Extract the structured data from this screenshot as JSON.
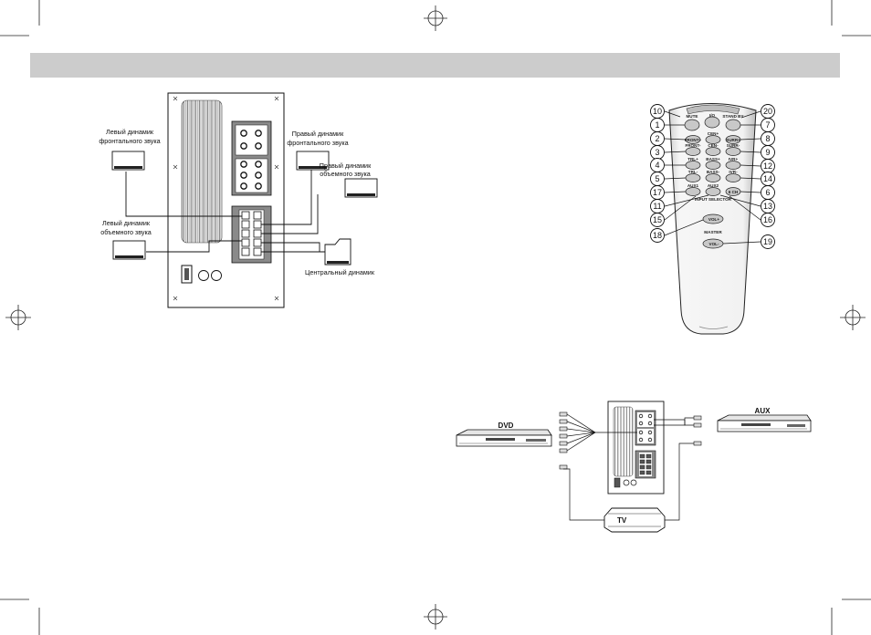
{
  "speaker_diagram": {
    "front_left": [
      "Левый динамик",
      "фронтального звука"
    ],
    "front_right": [
      "Правый динамик",
      "фронтального звука"
    ],
    "rear_right": [
      "Правый динамик",
      "объемного звука"
    ],
    "rear_left": [
      "Левый динамик",
      "объемного звука"
    ],
    "center": "Центральный динамик"
  },
  "remote": {
    "buttons": [
      {
        "key": "mute",
        "label": "MUTE"
      },
      {
        "key": "io",
        "label": "I/O"
      },
      {
        "key": "standby",
        "label": "STAND BY"
      },
      {
        "key": "front_plus",
        "label": "FRONT+"
      },
      {
        "key": "cen_plus",
        "label": "CEN+"
      },
      {
        "key": "surr_plus",
        "label": "SURR+"
      },
      {
        "key": "front_minus",
        "label": "FRONT-"
      },
      {
        "key": "cen_minus",
        "label": "CEN-"
      },
      {
        "key": "surr_minus",
        "label": "SURR-"
      },
      {
        "key": "trl_plus",
        "label": "TRL+"
      },
      {
        "key": "bass_plus",
        "label": "BASS+"
      },
      {
        "key": "ivr_plus",
        "label": "IVR+"
      },
      {
        "key": "trl_minus",
        "label": "TRL-"
      },
      {
        "key": "bass_minus",
        "label": "BASS-"
      },
      {
        "key": "ivr_minus",
        "label": "IVR-"
      },
      {
        "key": "aux1",
        "label": "AUX1"
      },
      {
        "key": "aux2",
        "label": "AUX2"
      },
      {
        "key": "ch6",
        "label": "6 CH"
      },
      {
        "key": "vol_plus",
        "label": "VOL+"
      },
      {
        "key": "vol_minus",
        "label": "VOL-"
      }
    ],
    "input_selector": "INPUT SELECTOR",
    "master": "MASTER",
    "callouts": [
      "10",
      "1",
      "2",
      "3",
      "4",
      "5",
      "17",
      "11",
      "15",
      "18",
      "20",
      "7",
      "8",
      "9",
      "12",
      "14",
      "6",
      "13",
      "16",
      "19"
    ]
  },
  "connection": {
    "dvd": "DVD",
    "aux": "AUX",
    "tv": "TV"
  },
  "colors": {
    "header_bar": "#cccccc",
    "remote_buttons": "#c8c8c8",
    "line": "#111111"
  }
}
